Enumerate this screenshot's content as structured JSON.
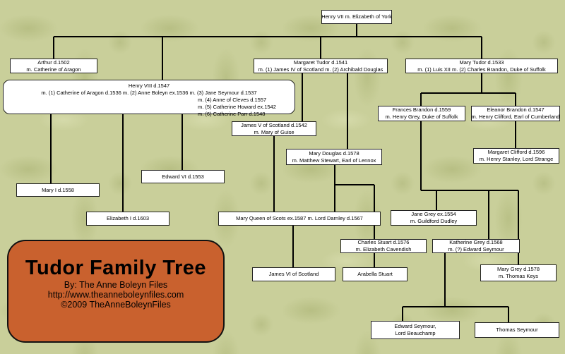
{
  "title_box": {
    "title": "Tudor Family Tree",
    "byline": "By: The Anne Boleyn Files",
    "url": "http://www.theanneboleynfiles.com",
    "copyright": "©2009 TheAnneBoleynFiles",
    "fill_color": "#c9612e"
  },
  "people": {
    "henry_vii": {
      "l1": "Henry VII m. Elizabeth of York"
    },
    "arthur": {
      "l1": "Arthur d.1502",
      "l2": "m. Catherine of Aragon"
    },
    "margaret_tudor": {
      "l1": "Margaret Tudor d.1541",
      "l2": "m. (1) James IV of Scotland m. (2) Archibald Douglas"
    },
    "mary_tudor": {
      "l1": "Mary Tudor d.1533",
      "l2": "m. (1) Luis XII m. (2) Charles Brandon, Duke of Suffolk"
    },
    "henry_viii": {
      "l1": "Henry VIII d.1547",
      "l2": "m. (1) Catherine of Aragon d.1536 m. (2) Anne Boleyn ex.1536 m. (3) Jane Seymour d.1537",
      "l3": "m. (4) Anne of Cleves d.1557",
      "l4": "m. (5) Catherine Howard ex.1542",
      "l5": "m. (6) Catherine Parr d.1548"
    },
    "frances_brandon": {
      "l1": "Frances Brandon d.1559",
      "l2": "m. Henry Grey, Duke of Suffolk"
    },
    "eleanor_brandon": {
      "l1": "Eleanor Brandon d.1547",
      "l2": "m. Henry Clifford, Earl of Cumberland"
    },
    "james_v": {
      "l1": "James V of Scotland d.1542",
      "l2": "m. Mary of Guise"
    },
    "mary_douglas": {
      "l1": "Mary Douglas d.1578",
      "l2": "m. Matthew Stewart, Earl of Lennox"
    },
    "margaret_clifford": {
      "l1": "Margaret Clifford d.1596",
      "l2": "m. Henry Stanley, Lord Strange"
    },
    "edward_vi": {
      "l1": "Edward VI d.1553"
    },
    "mary_i": {
      "l1": "Mary I d.1558"
    },
    "elizabeth_i": {
      "l1": "Elizabeth I d.1603"
    },
    "mary_queen_of_scots": {
      "l1": "Mary Queen of Scots ex.1587 m. Lord Darnley d.1567"
    },
    "jane_grey": {
      "l1": "Jane Grey ex.1554",
      "l2": "m. Guildford Dudley"
    },
    "charles_stuart": {
      "l1": "Charles Stuart d.1576",
      "l2": "m. Elizabeth Cavendish"
    },
    "katherine_grey": {
      "l1": "Katherine Grey d.1568",
      "l2": "m. (?) Edward Seymour"
    },
    "james_vi": {
      "l1": "James VI of Scotland"
    },
    "arabella_stuart": {
      "l1": "Arabella Stuart"
    },
    "mary_grey": {
      "l1": "Mary Grey d.1578",
      "l2": "m. Thomas Keys"
    },
    "edward_seymour": {
      "l1": "Edward Seymour,",
      "l2": "Lord Beauchamp"
    },
    "thomas_seymour": {
      "l1": "Thomas Seymour"
    }
  }
}
